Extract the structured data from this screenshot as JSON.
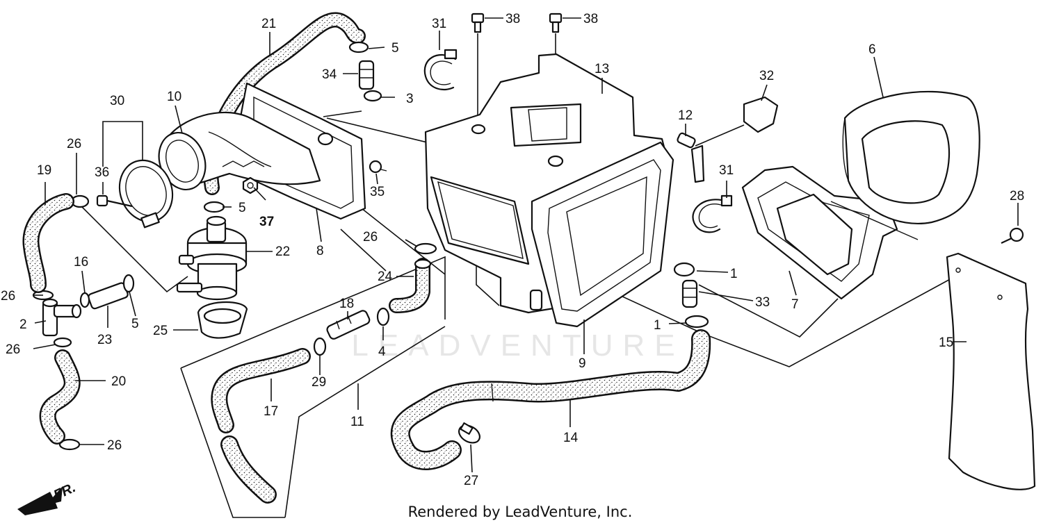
{
  "watermark": "LEADVENTURE",
  "footer": "Rendered by LeadVenture, Inc.",
  "direction_label": "FR.",
  "callouts": [
    {
      "id": "c1a",
      "label": "1"
    },
    {
      "id": "c1b",
      "label": "1"
    },
    {
      "id": "c2",
      "label": "2"
    },
    {
      "id": "c3",
      "label": "3"
    },
    {
      "id": "c4",
      "label": "4"
    },
    {
      "id": "c5a",
      "label": "5"
    },
    {
      "id": "c5b",
      "label": "5"
    },
    {
      "id": "c5c",
      "label": "5"
    },
    {
      "id": "c6",
      "label": "6"
    },
    {
      "id": "c7",
      "label": "7"
    },
    {
      "id": "c8",
      "label": "8"
    },
    {
      "id": "c9",
      "label": "9"
    },
    {
      "id": "c10",
      "label": "10"
    },
    {
      "id": "c11",
      "label": "11"
    },
    {
      "id": "c12",
      "label": "12"
    },
    {
      "id": "c13",
      "label": "13"
    },
    {
      "id": "c14",
      "label": "14"
    },
    {
      "id": "c15",
      "label": "15"
    },
    {
      "id": "c16",
      "label": "16"
    },
    {
      "id": "c17",
      "label": "17"
    },
    {
      "id": "c18",
      "label": "18"
    },
    {
      "id": "c19",
      "label": "19"
    },
    {
      "id": "c20",
      "label": "20"
    },
    {
      "id": "c21",
      "label": "21"
    },
    {
      "id": "c22",
      "label": "22"
    },
    {
      "id": "c23",
      "label": "23"
    },
    {
      "id": "c24",
      "label": "24"
    },
    {
      "id": "c25",
      "label": "25"
    },
    {
      "id": "c26a",
      "label": "26"
    },
    {
      "id": "c26b",
      "label": "26"
    },
    {
      "id": "c26c",
      "label": "26"
    },
    {
      "id": "c26d",
      "label": "26"
    },
    {
      "id": "c26e",
      "label": "26"
    },
    {
      "id": "c27",
      "label": "27"
    },
    {
      "id": "c28",
      "label": "28"
    },
    {
      "id": "c29",
      "label": "29"
    },
    {
      "id": "c30",
      "label": "30"
    },
    {
      "id": "c31a",
      "label": "31"
    },
    {
      "id": "c31b",
      "label": "31"
    },
    {
      "id": "c32",
      "label": "32"
    },
    {
      "id": "c33",
      "label": "33"
    },
    {
      "id": "c34",
      "label": "34"
    },
    {
      "id": "c35",
      "label": "35"
    },
    {
      "id": "c36",
      "label": "36"
    },
    {
      "id": "c37",
      "label": "37"
    },
    {
      "id": "c38a",
      "label": "38"
    },
    {
      "id": "c38b",
      "label": "38"
    }
  ]
}
